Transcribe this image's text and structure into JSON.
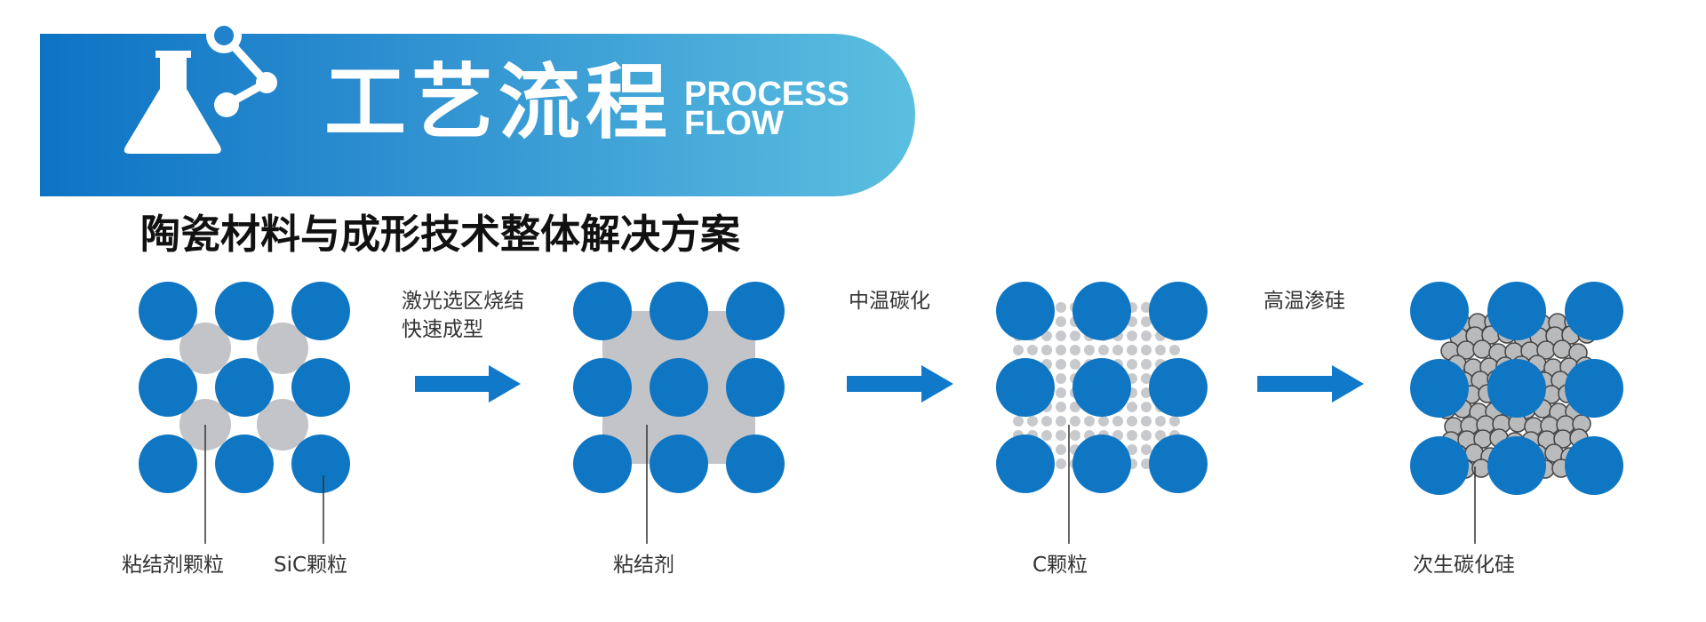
{
  "header": {
    "title": "工艺流程",
    "title_en_line1": "PROCESS",
    "title_en_line2": "FLOW",
    "icon": "flask-molecule-icon",
    "gradient": [
      "#0d73c4",
      "#5bbfe0"
    ]
  },
  "subtitle": "陶瓷材料与成形技术整体解决方案",
  "colors": {
    "sic_particle": "#0f76c4",
    "binder": "#c3c4c7",
    "carbon_particle": "#c8c9cc",
    "secondary_sic": "#b9babc",
    "arrow": "#1179c9"
  },
  "steps": [
    {
      "line1": "激光选区烧结",
      "line2": "快速成型"
    },
    {
      "line1": "中温碳化",
      "line2": ""
    },
    {
      "line1": "高温渗硅",
      "line2": ""
    }
  ],
  "labels": {
    "binder_particle": "粘结剂颗粒",
    "sic_particle": "SiC颗粒",
    "binder": "粘结剂",
    "c_particle": "C颗粒",
    "secondary_sic": "次生碳化硅"
  }
}
